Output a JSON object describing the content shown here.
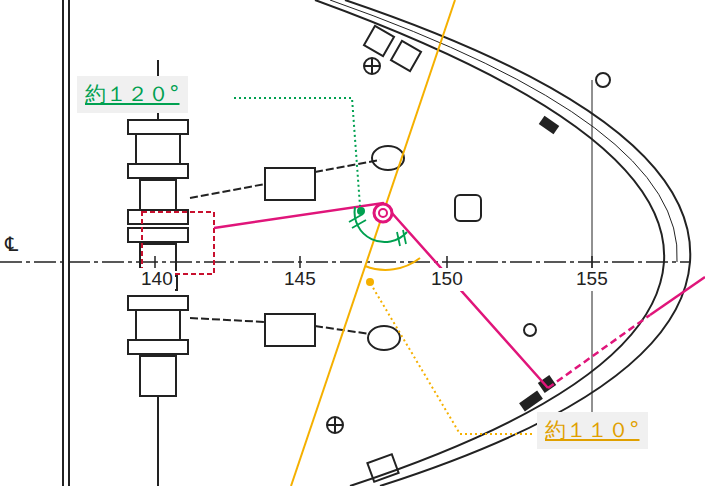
{
  "diagram": {
    "labels": [
      "約１２０°",
      "約１１０°",
      "℄",
      "140",
      "145",
      "150",
      "155"
    ]
  }
}
